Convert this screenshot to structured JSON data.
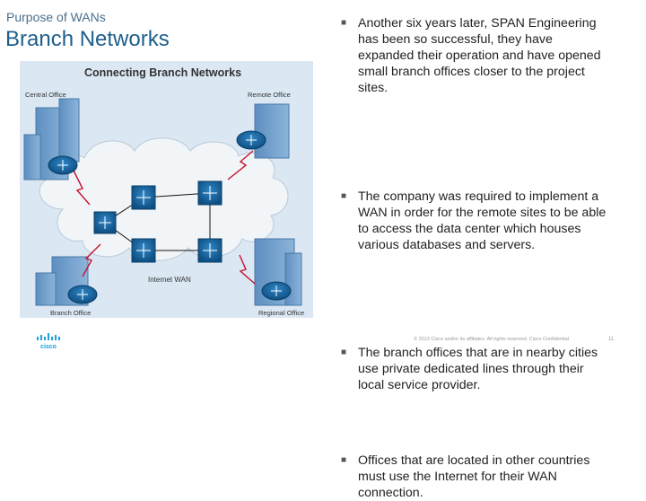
{
  "header": {
    "section": "Purpose of WANs",
    "title": "Branch Networks"
  },
  "diagram": {
    "title": "Connecting Branch Networks",
    "labels": {
      "central": "Central Office",
      "remote": "Remote Office",
      "branch": "Branch Office",
      "regional": "Regional Office",
      "internet": "Internet WAN"
    },
    "colors": {
      "background": "#dbe8f4",
      "cloud": "#f4f6f8",
      "device": "#1a6aa3",
      "link": "#c8102e"
    }
  },
  "bullets": [
    "Another six years later, SPAN Engineering has been so successful, they have expanded their operation and have opened small branch offices closer to the project sites.",
    "The company was required to implement a WAN in order for the remote sites to be able to access the data center which houses various databases and servers.",
    "The branch offices that are in nearby cities use private dedicated lines through their local service provider.",
    "Offices that are located in other countries must use the Internet for their WAN connection."
  ],
  "footer": {
    "logo_text": "cisco",
    "copyright": "© 2013  Cisco and/or its affiliates. All rights reserved.    Cisco Confidential",
    "page_number": "11"
  }
}
